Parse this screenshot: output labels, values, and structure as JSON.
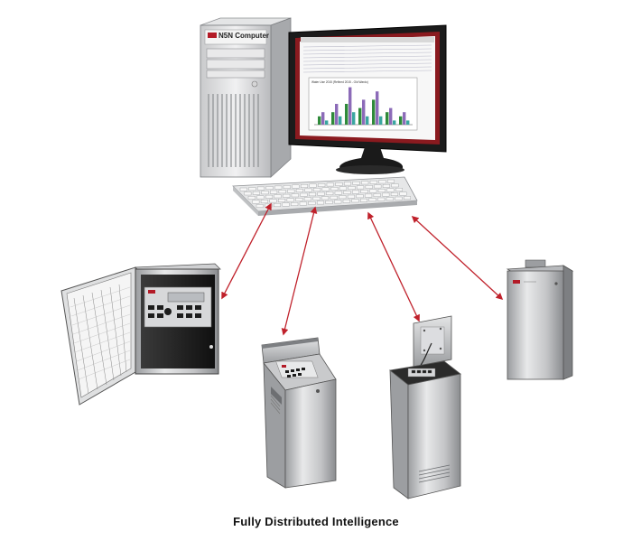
{
  "caption": "Fully Distributed Intelligence",
  "computer": {
    "brand_label": "N5N Computer",
    "chart_title": "Water Use 2015 (Refined 2015 - Old Wardo)",
    "chart_data": {
      "type": "bar",
      "series": [
        {
          "values": [
            2,
            3,
            5,
            4,
            6,
            3,
            2
          ]
        },
        {
          "values": [
            3,
            5,
            9,
            6,
            8,
            4,
            3
          ]
        },
        {
          "values": [
            1,
            2,
            3,
            2,
            2,
            1,
            1
          ]
        }
      ]
    }
  },
  "colors": {
    "arrow": "#c0212b",
    "brand_red": "#b31b27",
    "monitor_frame": "#1b1b1b",
    "screen_bezel": "#8a1a1f",
    "bar_purple": "#8c6bb8",
    "bar_green": "#2f8a3a",
    "bar_teal": "#3aa6a0",
    "metal_light": "#d9dadc",
    "metal_dark": "#8d8f93"
  },
  "devices": [
    {
      "name": "wall-enclosure-controller"
    },
    {
      "name": "pedestal-controller"
    },
    {
      "name": "open-pedestal-satellite"
    },
    {
      "name": "wall-mount-cabinet"
    }
  ]
}
